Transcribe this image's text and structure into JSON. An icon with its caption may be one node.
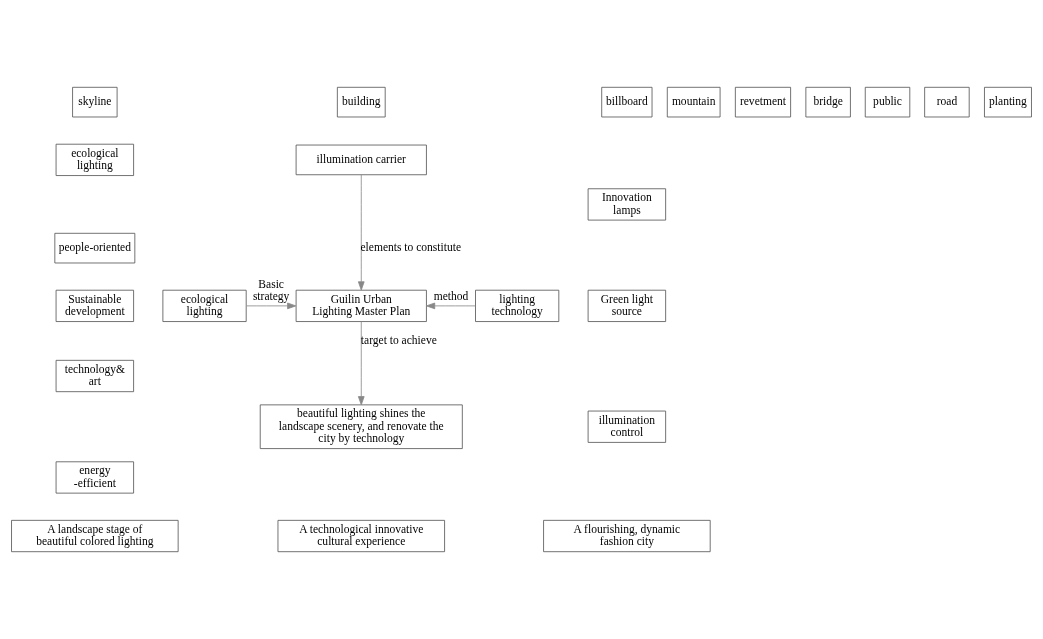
{
  "diagram": {
    "nodes": [
      {
        "text": [
          "skyline"
        ]
      },
      {
        "text": [
          "mountain"
        ]
      },
      {
        "text": [
          "revetment"
        ]
      },
      {
        "text": [
          "bridge"
        ]
      },
      {
        "text": [
          "building"
        ]
      },
      {
        "text": [
          "public"
        ]
      },
      {
        "text": [
          "road"
        ]
      },
      {
        "text": [
          "planting"
        ]
      },
      {
        "text": [
          "billboard"
        ]
      },
      {
        "text": [
          "illumination carrier"
        ]
      },
      {
        "text": [
          "ecological lighting"
        ]
      },
      {
        "text": [
          "people-oriented"
        ]
      },
      {
        "text": [
          "Sustainable development"
        ]
      },
      {
        "text": [
          "technology& art"
        ]
      },
      {
        "text": [
          "energy -efficient"
        ]
      },
      {
        "text": [
          "ecological lighting"
        ]
      },
      {
        "text": [
          "Guilin Urban Lighting Master Plan"
        ]
      },
      {
        "text": [
          "lighting technology"
        ]
      },
      {
        "text": [
          "Innovation lamps"
        ]
      },
      {
        "text": [
          "Green light source"
        ]
      },
      {
        "text": [
          "illumination control"
        ]
      },
      {
        "text": [
          "beautiful lighting shines the landscape scenery, and renovate the city by technology"
        ]
      },
      {
        "text": [
          "A landscape stage of beautiful colored lighting"
        ]
      },
      {
        "text": [
          "A technological innovative cultural experience"
        ]
      },
      {
        "text": [
          "A flourishing, dynamic fashion city"
        ]
      }
    ],
    "edges": [
      {
        "from": 9,
        "to": 16,
        "arrow": "to",
        "label": "elements to constitute"
      },
      {
        "from": 15,
        "to": 16,
        "arrow": "to",
        "label": "Basic strategy"
      },
      {
        "from": 17,
        "to": 16,
        "arrow": "to",
        "label": "method"
      },
      {
        "from": 16,
        "to": 21,
        "arrow": "to",
        "label": "target to achieve"
      }
    ]
  }
}
